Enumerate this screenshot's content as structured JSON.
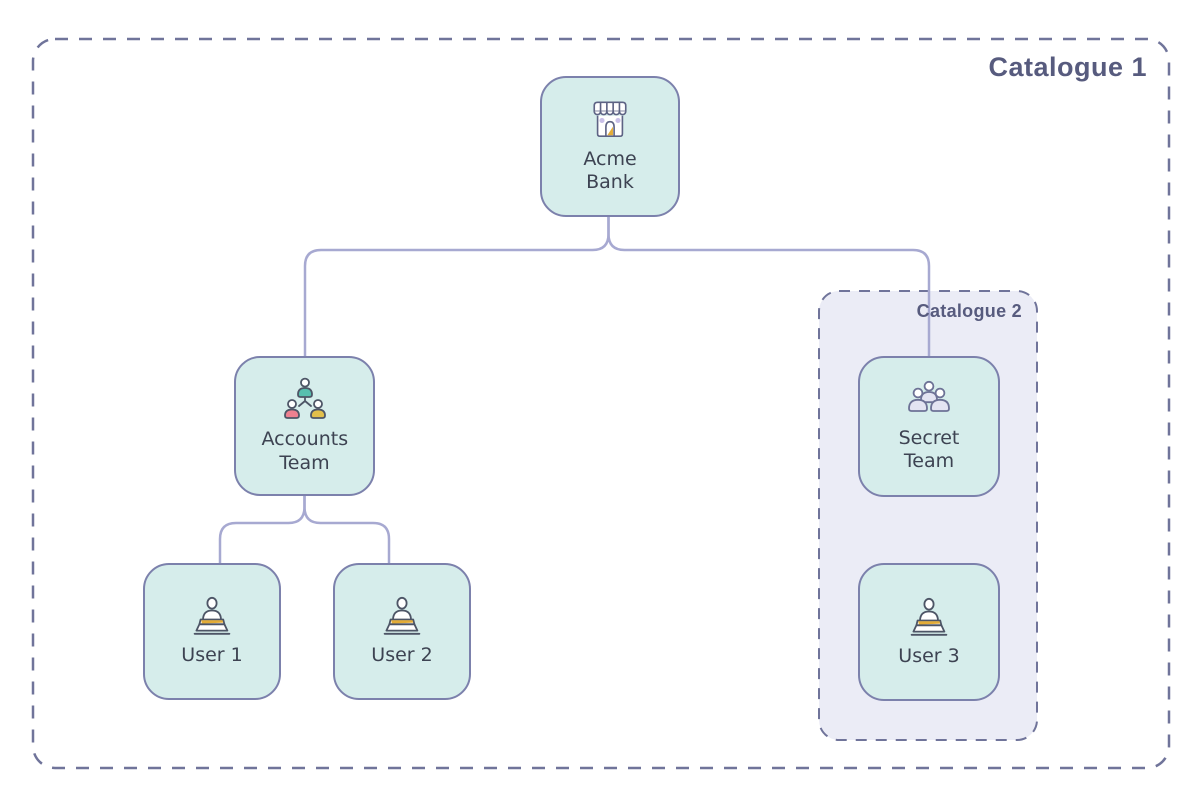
{
  "diagram": {
    "catalogue1": {
      "label": "Catalogue 1"
    },
    "catalogue2": {
      "label": "Catalogue 2"
    },
    "nodes": {
      "acme_bank": {
        "label": "Acme Bank",
        "icon": "storefront-icon"
      },
      "accounts_team": {
        "label": "Accounts Team",
        "icon": "team-hierarchy-icon"
      },
      "user1": {
        "label": "User 1",
        "icon": "person-laptop-icon"
      },
      "user2": {
        "label": "User 2",
        "icon": "person-laptop-icon"
      },
      "secret_team": {
        "label": "Secret Team",
        "icon": "people-group-icon"
      },
      "user3": {
        "label": "User 3",
        "icon": "person-laptop-icon"
      }
    },
    "edges": [
      {
        "from": "acme_bank",
        "to": "accounts_team"
      },
      {
        "from": "acme_bank",
        "to": "secret_team"
      },
      {
        "from": "accounts_team",
        "to": "user1"
      },
      {
        "from": "accounts_team",
        "to": "user2"
      }
    ],
    "colors": {
      "node_fill": "#d6edeb",
      "node_border": "#7c81ac",
      "node_text": "#3d4352",
      "connector": "#a7a9d1",
      "boundary_dash": "#70749a",
      "catalogue_label": "#575b7e",
      "catalogue2_fill": "#ebecf6",
      "accent_yellow": "#e3ac37",
      "accent_teal": "#57bfae",
      "accent_pink": "#ee8090",
      "accent_lavender": "#c9c0e8",
      "icon_stroke": "#4d5566"
    }
  }
}
